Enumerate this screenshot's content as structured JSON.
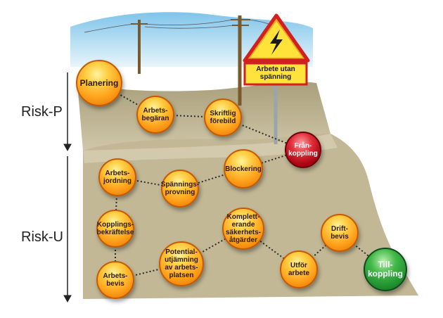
{
  "labels": {
    "risk_p": "Risk-P",
    "risk_u": "Risk-U"
  },
  "sign": {
    "text": "Arbete utan\nspänning"
  },
  "nodes": {
    "planering": "Planering",
    "arbetsbegaran": "Arbets-\nbegäran",
    "skriftlig_forebild": "Skriftlig\nförebild",
    "frankoppling": "Från-\nkoppling",
    "blockering": "Blockering",
    "spanningsprovning": "Spännings-\nprovning",
    "arbetsjordning": "Arbets-\njordning",
    "kopplingsbekraftelse": "Kopplings-\nbekräftelse",
    "kompletterande": "Komplett-\nerande\nsäkerhets-\nåtgärder",
    "driftbevis": "Drift-\nbevis",
    "tillkoppling": "Till-\nkoppling",
    "utfor_arbete": "Utför\narbete",
    "potentialutjamning": "Potential-\nutjämning\nav arbets-\nplatsen",
    "arbetsbevis": "Arbets-\nbevis"
  },
  "colors": {
    "node_orange": "#ffa21c",
    "node_red": "#c0101c",
    "node_green": "#2a9a3a",
    "ground": "#c2b896",
    "sky": "#a8d8f0",
    "sign_yellow": "#ffe23a"
  }
}
